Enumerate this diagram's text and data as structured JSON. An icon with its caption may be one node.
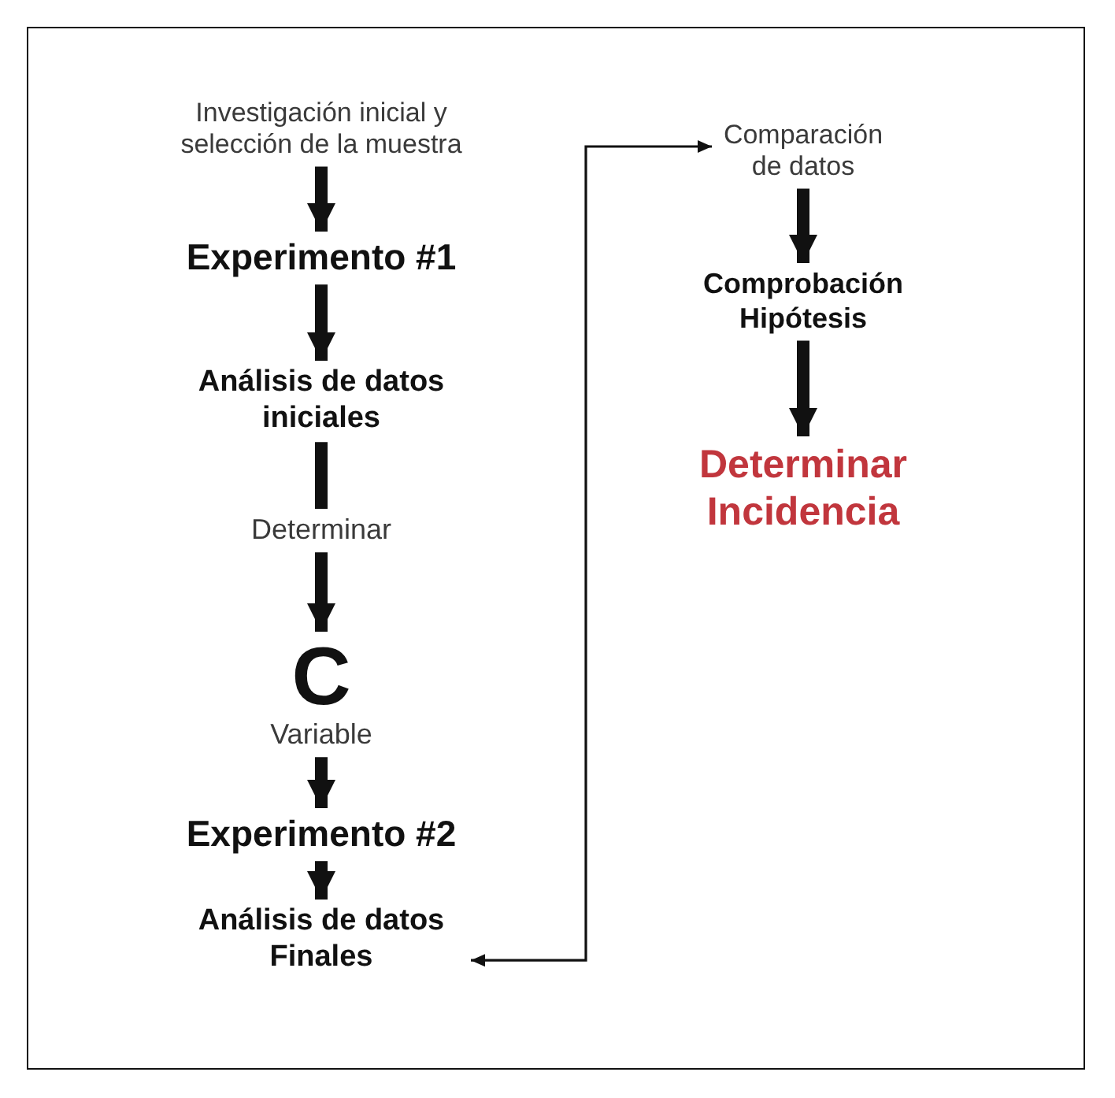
{
  "diagram": {
    "nodes": [
      {
        "text": [
          "Investigación inicial y selección de la muestra"
        ]
      },
      {
        "text": [
          "Experimento #1"
        ]
      },
      {
        "text": [
          "Análisis de datos iniciales"
        ]
      },
      {
        "text": [
          "Determinar"
        ]
      },
      {
        "text": [
          "C",
          "Variable"
        ]
      },
      {
        "text": [
          "Experimento #2"
        ]
      },
      {
        "text": [
          "Análisis de datos Finales"
        ]
      },
      {
        "text": [
          "Comparación de datos"
        ]
      },
      {
        "text": [
          "Comprobación Hipótesis"
        ]
      },
      {
        "text": [
          "Determinar Incidencia"
        ]
      }
    ],
    "edges": [
      {
        "from": 0,
        "to": 1,
        "arrow": "to"
      },
      {
        "from": 1,
        "to": 2,
        "arrow": "to"
      },
      {
        "from": 2,
        "to": 3,
        "arrow": "none"
      },
      {
        "from": 3,
        "to": 4,
        "arrow": "to"
      },
      {
        "from": 4,
        "to": 5,
        "arrow": "to"
      },
      {
        "from": 5,
        "to": 6,
        "arrow": "to"
      },
      {
        "from": 6,
        "to": 7,
        "arrow": "both"
      },
      {
        "from": 7,
        "to": 8,
        "arrow": "to"
      },
      {
        "from": 8,
        "to": 9,
        "arrow": "to"
      }
    ]
  }
}
